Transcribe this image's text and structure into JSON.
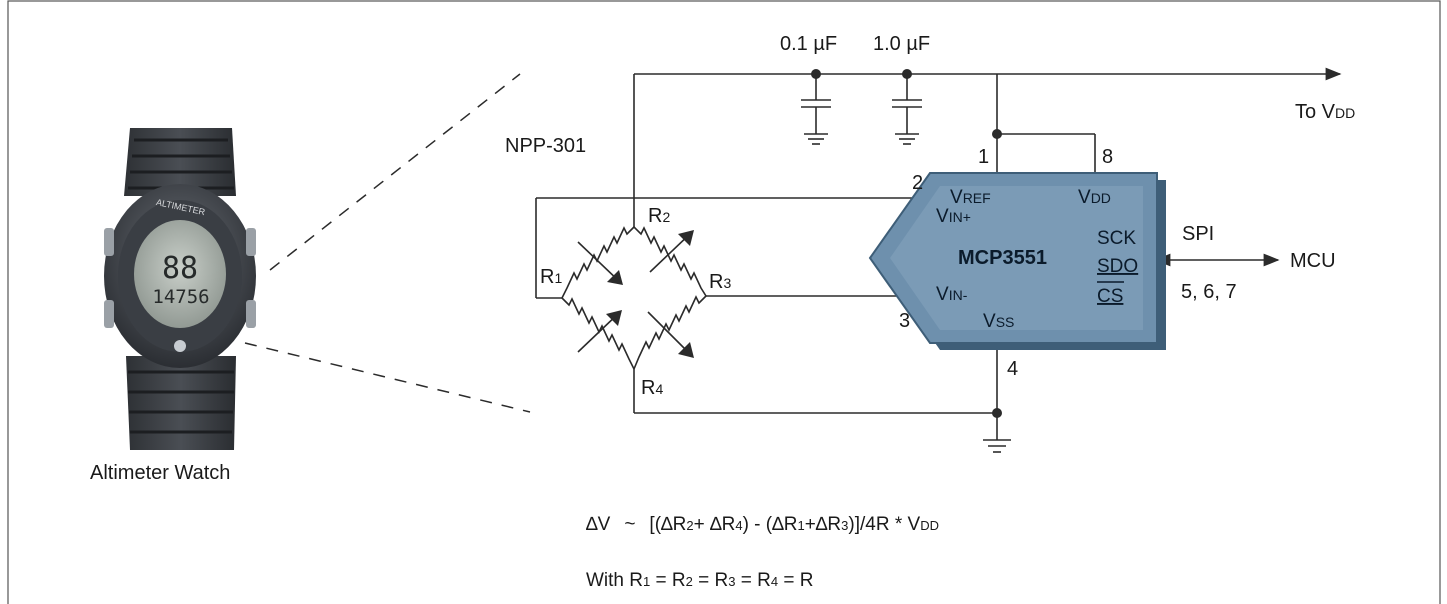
{
  "caption": {
    "watch": "Altimeter Watch"
  },
  "watch_face": {
    "line1": "88",
    "line2": "14756",
    "brand": "ALTIMETER"
  },
  "capacitors": {
    "c1": "0.1 µF",
    "c2": "1.0 µF"
  },
  "supply": {
    "to": "To V",
    "sub": "DD"
  },
  "sensor": {
    "name": "NPP-301"
  },
  "resistors": {
    "r1": {
      "main": "R",
      "sub": "1"
    },
    "r2": {
      "main": "R",
      "sub": "2"
    },
    "r3": {
      "main": "R",
      "sub": "3"
    },
    "r4": {
      "main": "R",
      "sub": "4"
    }
  },
  "chip": {
    "name": "MCP3551",
    "vref": {
      "main": "V",
      "sub": "REF"
    },
    "vdd": {
      "main": "V",
      "sub": "DD"
    },
    "vin_plus": {
      "main": "V",
      "sub": "IN+"
    },
    "vin_minus": {
      "main": "V",
      "sub": "IN-"
    },
    "vss": {
      "main": "V",
      "sub": "SS"
    },
    "sck": "SCK",
    "sdo": "SDO",
    "cs": "CS"
  },
  "pins": {
    "p1": "1",
    "p2": "2",
    "p3": "3",
    "p4": "4",
    "p8": "8",
    "p567": "5, 6, 7"
  },
  "bus": {
    "spi": "SPI",
    "mcu": "MCU"
  },
  "formula": {
    "delta_v": "∆V",
    "tilde": "~",
    "body_a": "[(∆R",
    "s2": "2",
    "body_b": "+ ∆R",
    "s4": "4",
    "body_c": ") - (∆R",
    "s1": "1",
    "body_d": "+∆R",
    "s3": "3",
    "body_e": ")]/4R * V",
    "sdd": "DD"
  },
  "equality": {
    "with": "With R",
    "s1": "1",
    "eq2": " = R",
    "s2": "2",
    "eq3": " = R",
    "s3": "3",
    "eq4": " = R",
    "s4": "4",
    "tail": " = R"
  }
}
